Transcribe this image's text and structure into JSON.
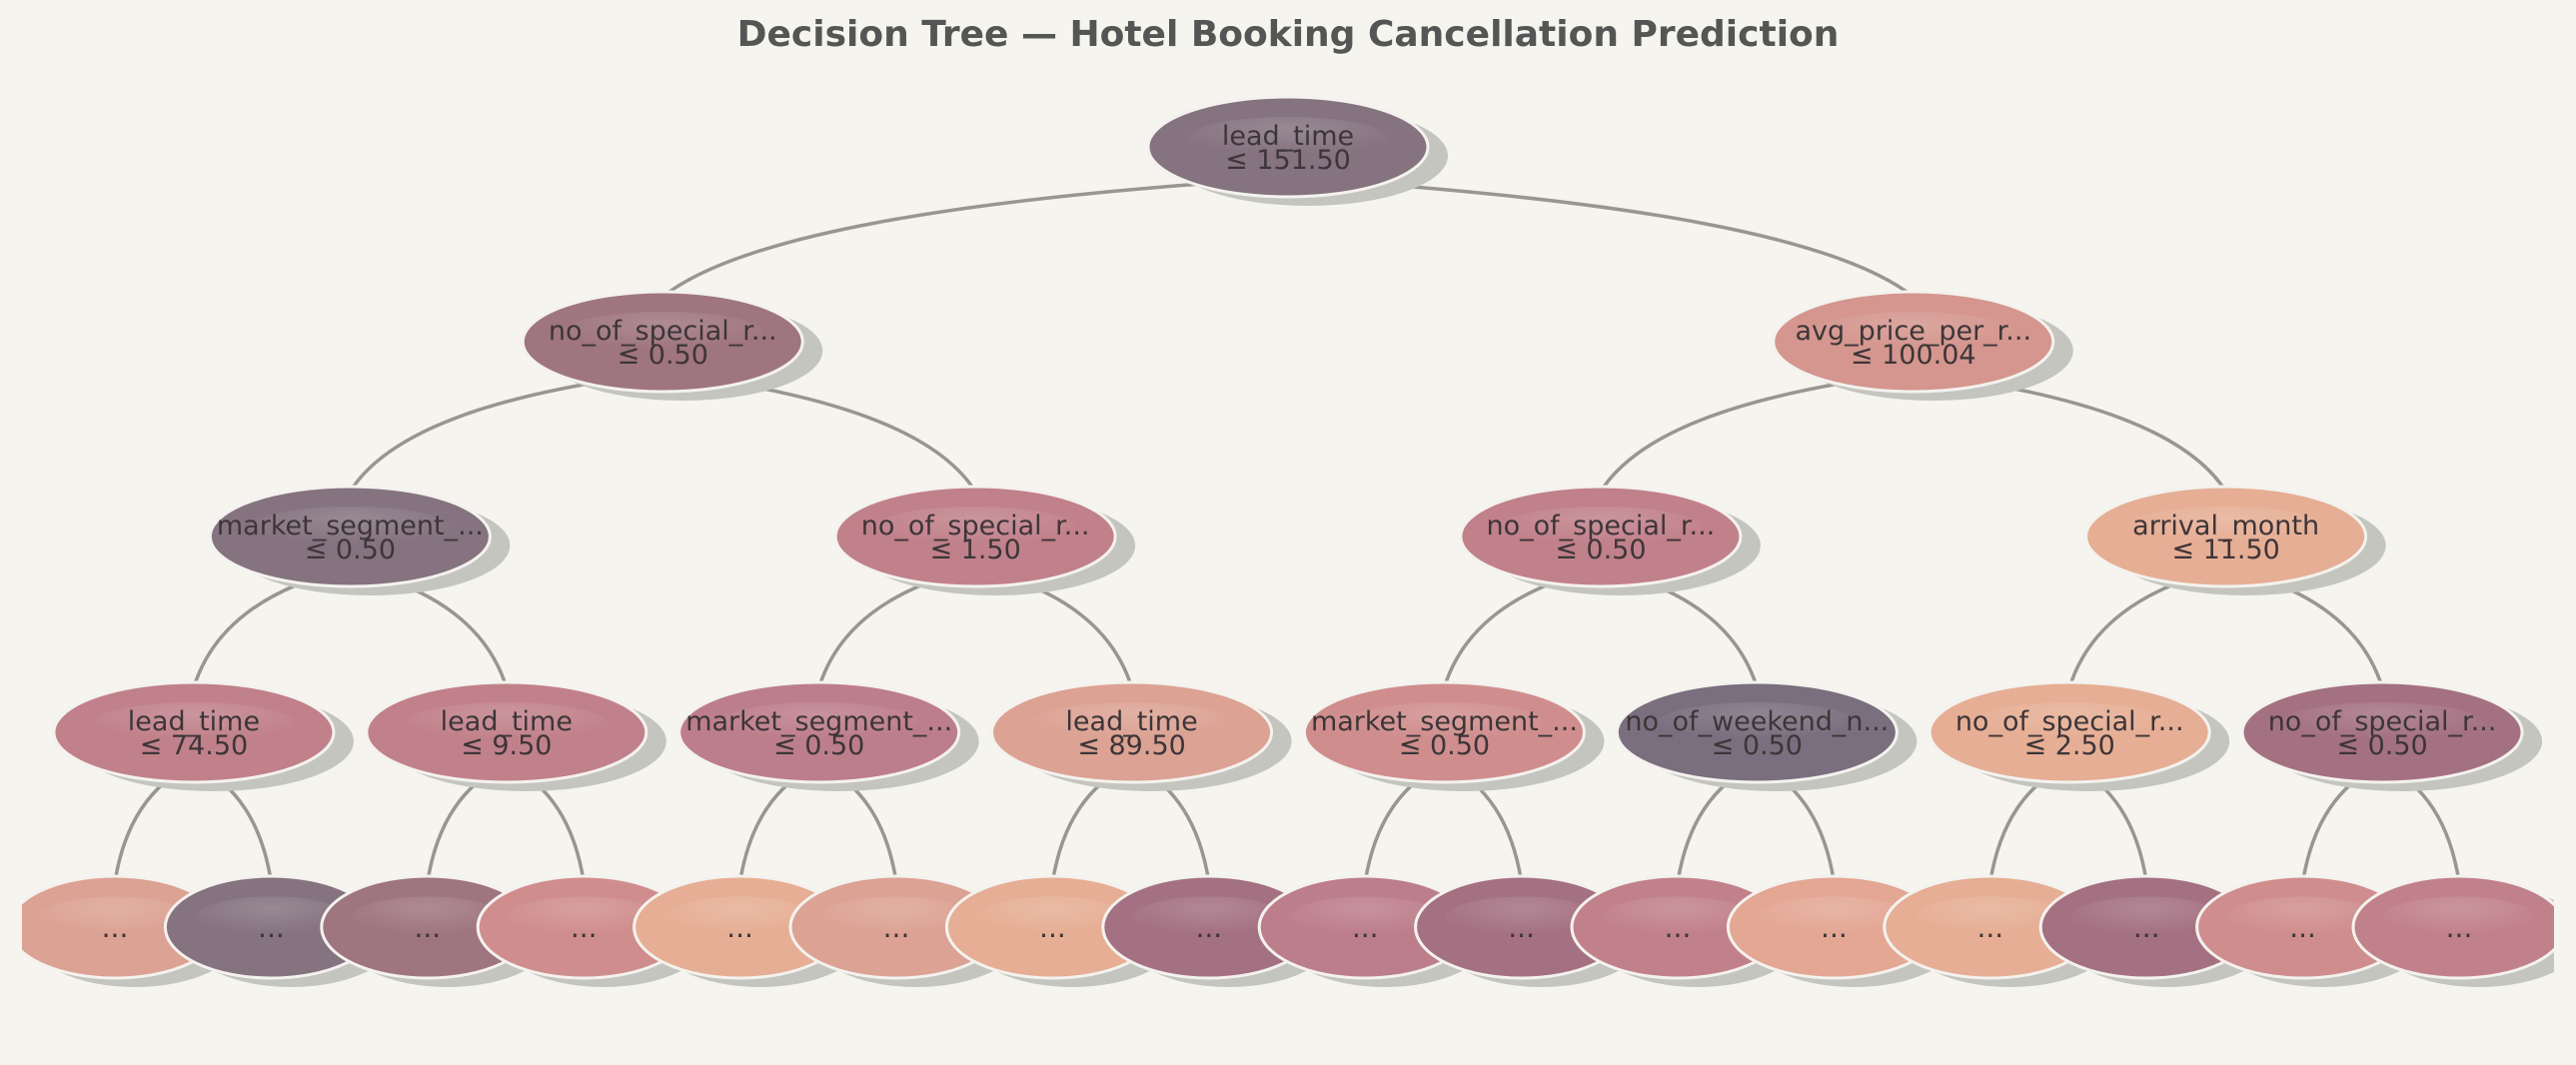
{
  "title": "Decision Tree — Hotel Booking Cancellation Prediction",
  "colors": {
    "background": "#f5f4ef",
    "edge": "#97968f",
    "shadow": "#c5c5bf",
    "outline": "#f4f2ee",
    "text": "#3d3538"
  },
  "nodes": [
    {
      "id": "n0",
      "depth": 0,
      "slot": 0,
      "feature": "lead_time",
      "threshold": "≤ 151.50",
      "color": "#85737f"
    },
    {
      "id": "n1",
      "depth": 1,
      "slot": 0,
      "feature": "no_of_special_r...",
      "threshold": "≤ 0.50",
      "color": "#9f7580"
    },
    {
      "id": "n2",
      "depth": 1,
      "slot": 1,
      "feature": "avg_price_per_r...",
      "threshold": "≤ 100.04",
      "color": "#d4968e"
    },
    {
      "id": "n3",
      "depth": 2,
      "slot": 0,
      "feature": "market_segment_...",
      "threshold": "≤ 0.50",
      "color": "#85737f"
    },
    {
      "id": "n4",
      "depth": 2,
      "slot": 1,
      "feature": "no_of_special_r...",
      "threshold": "≤ 1.50",
      "color": "#c1818a"
    },
    {
      "id": "n5",
      "depth": 2,
      "slot": 2,
      "feature": "no_of_special_r...",
      "threshold": "≤ 0.50",
      "color": "#c1818a"
    },
    {
      "id": "n6",
      "depth": 2,
      "slot": 3,
      "feature": "arrival_month",
      "threshold": "≤ 11.50",
      "color": "#e6ae94"
    },
    {
      "id": "n7",
      "depth": 3,
      "slot": 0,
      "feature": "lead_time",
      "threshold": "≤ 74.50",
      "color": "#c1818a"
    },
    {
      "id": "n8",
      "depth": 3,
      "slot": 1,
      "feature": "lead_time",
      "threshold": "≤ 9.50",
      "color": "#c1818a"
    },
    {
      "id": "n9",
      "depth": 3,
      "slot": 2,
      "feature": "market_segment_...",
      "threshold": "≤ 0.50",
      "color": "#bd7e8b"
    },
    {
      "id": "n10",
      "depth": 3,
      "slot": 3,
      "feature": "lead_time",
      "threshold": "≤ 89.50",
      "color": "#dca293"
    },
    {
      "id": "n11",
      "depth": 3,
      "slot": 4,
      "feature": "market_segment_...",
      "threshold": "≤ 0.50",
      "color": "#cf8e8d"
    },
    {
      "id": "n12",
      "depth": 3,
      "slot": 5,
      "feature": "no_of_weekend_n...",
      "threshold": "≤ 0.50",
      "color": "#7a6f7e"
    },
    {
      "id": "n13",
      "depth": 3,
      "slot": 6,
      "feature": "no_of_special_r...",
      "threshold": "≤ 2.50",
      "color": "#e6ae94"
    },
    {
      "id": "n14",
      "depth": 3,
      "slot": 7,
      "feature": "no_of_special_r...",
      "threshold": "≤ 0.50",
      "color": "#a47182"
    }
  ],
  "leaves": [
    {
      "label": "...",
      "color": "#dca293"
    },
    {
      "label": "...",
      "color": "#85737f"
    },
    {
      "label": "...",
      "color": "#9f7580"
    },
    {
      "label": "...",
      "color": "#cf8e8d"
    },
    {
      "label": "...",
      "color": "#e6ae94"
    },
    {
      "label": "...",
      "color": "#dca293"
    },
    {
      "label": "...",
      "color": "#e6ae94"
    },
    {
      "label": "...",
      "color": "#a47182"
    },
    {
      "label": "...",
      "color": "#bd7e8b"
    },
    {
      "label": "...",
      "color": "#a47182"
    },
    {
      "label": "...",
      "color": "#c1818a"
    },
    {
      "label": "...",
      "color": "#e3a794"
    },
    {
      "label": "...",
      "color": "#e6ae94"
    },
    {
      "label": "...",
      "color": "#a47182"
    },
    {
      "label": "...",
      "color": "#cf8e8d"
    },
    {
      "label": "...",
      "color": "#c1818a"
    }
  ]
}
